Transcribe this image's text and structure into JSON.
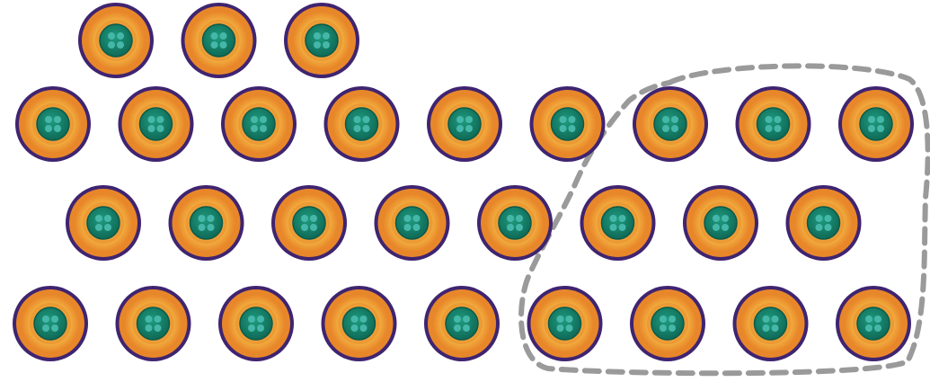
{
  "illustration": {
    "item_icon": "button-icon",
    "rows": [
      {
        "count": 3
      },
      {
        "count": 9
      },
      {
        "count": 8
      },
      {
        "count": 9
      }
    ],
    "total_buttons": 29,
    "grouped_buttons": 10,
    "group_outline": "dashed-loop",
    "colors": {
      "background": "#ffffff",
      "button_rim": "#3f2470",
      "button_orange": "#e8872a",
      "button_gold": "#f6c14a",
      "button_center": "#137a64",
      "button_holes": "#45b7a9",
      "outline": "#9a9a9a"
    }
  }
}
